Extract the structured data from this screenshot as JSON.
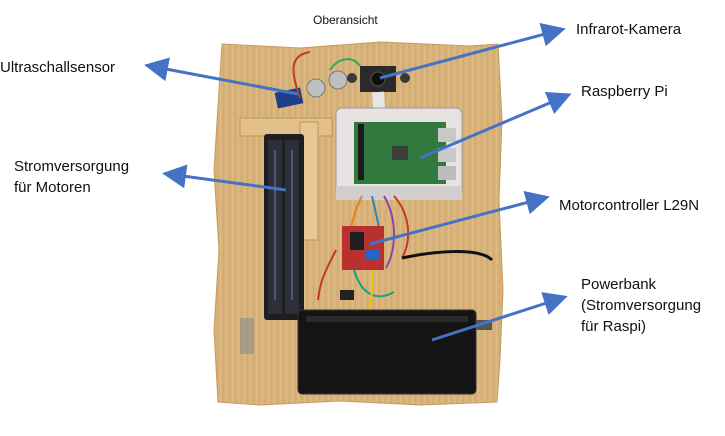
{
  "title": "Oberansicht",
  "labels": {
    "ultrasonic": "Ultraschallsensor",
    "ir_camera": "Infrarot-Kamera",
    "raspberry_pi": "Raspberry Pi",
    "motor_power_l1": "Stromversorgung",
    "motor_power_l2": "für Motoren",
    "motor_controller": "Motorcontroller L29N",
    "powerbank_l1": "Powerbank",
    "powerbank_l2": "(Stromversorgung",
    "powerbank_l3": "für Raspi)"
  },
  "colors": {
    "arrow": "#4472C4",
    "wood": "#D9B27A",
    "battery": "#1E1E22",
    "powerbank": "#141414",
    "pi_board": "#2F7A3C",
    "case": "#E7E3E3",
    "motor_driver": "#B8312F"
  }
}
